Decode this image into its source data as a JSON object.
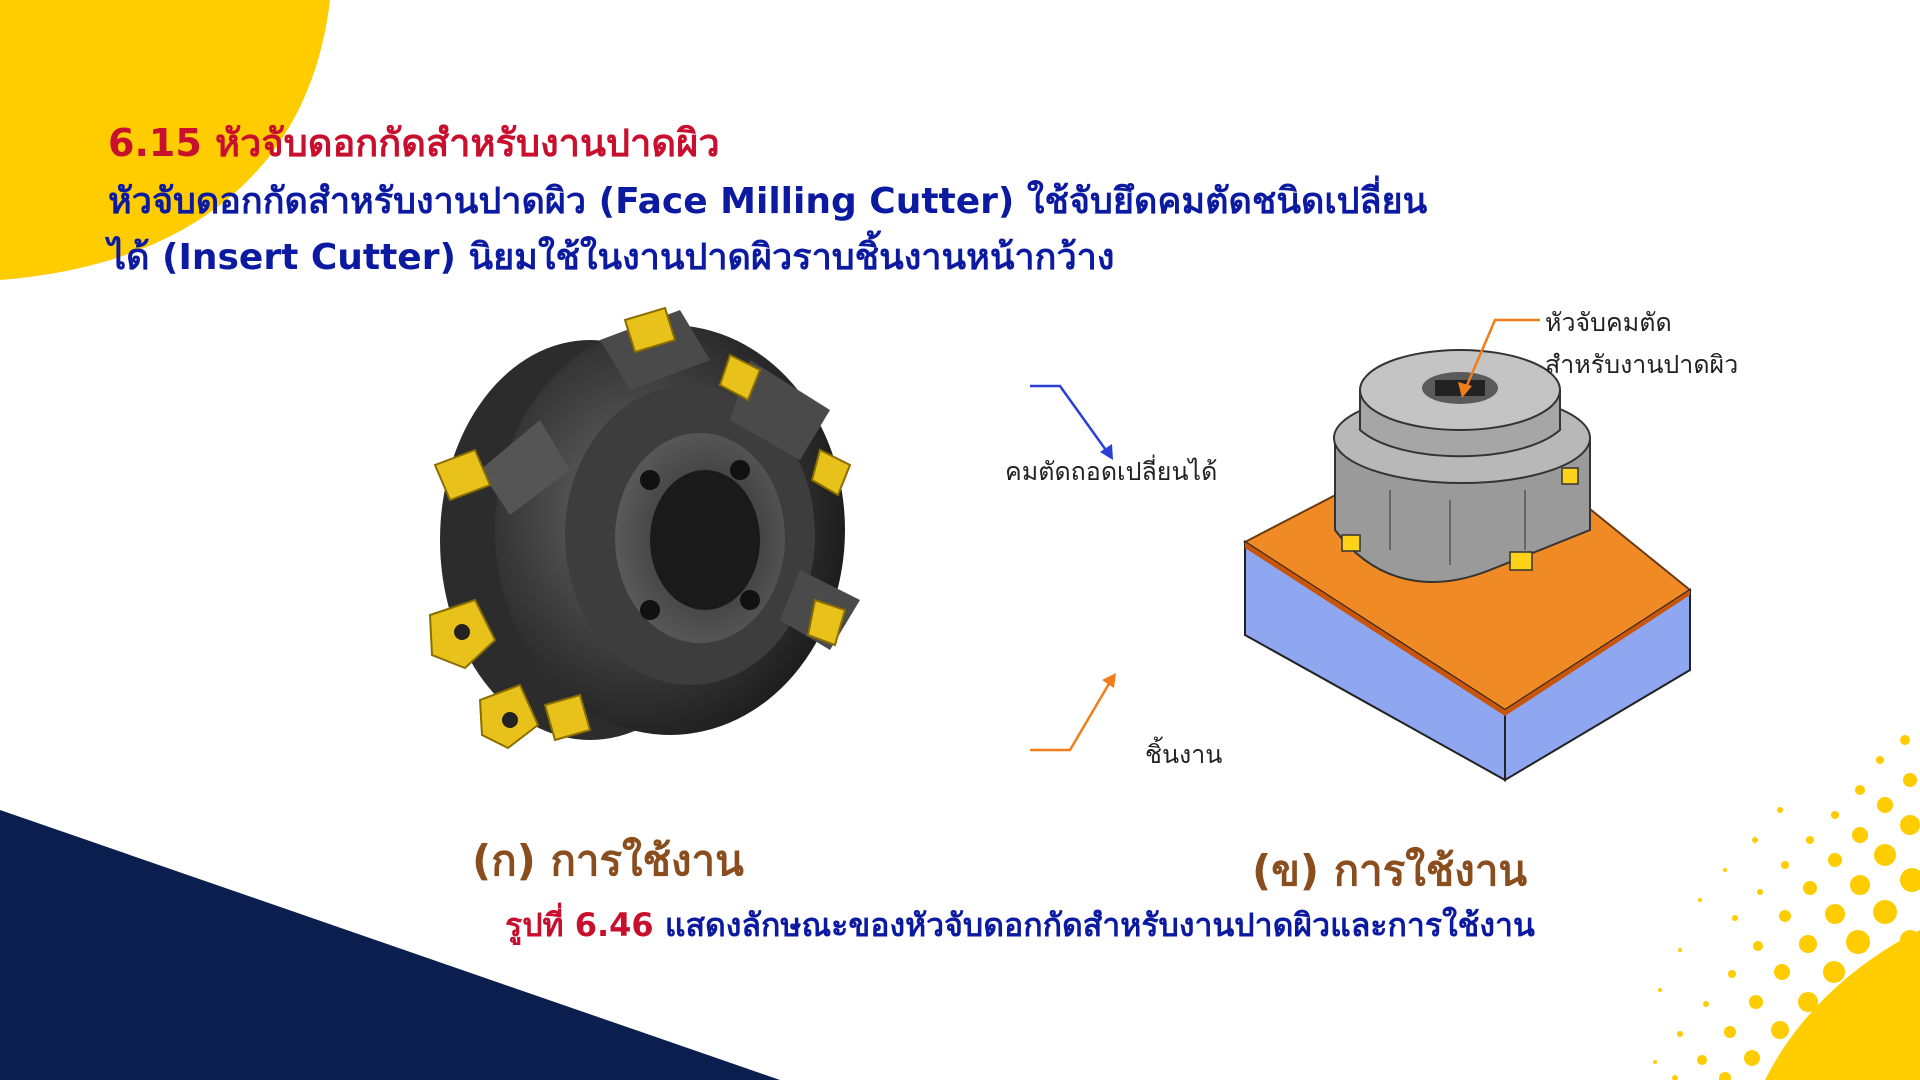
{
  "heading": {
    "title": "6.15 หัวจับดอกกัดสำหรับงานปาดผิว",
    "line1": "หัวจับดอกกัดสำหรับงานปาดผิว (Face Milling Cutter) ใช้จับยึดคมตัดชนิดเปลี่ยน",
    "line2": "ได้ (Insert Cutter) นิยมใช้ในงานปาดผิวราบชิ้นงานหน้ากว้าง"
  },
  "figure_left": {
    "caption": "(ก) การใช้งาน"
  },
  "figure_right": {
    "caption": "(ข) การใช้งาน",
    "labels": {
      "holder_line1": "หัวจับคมตัด",
      "holder_line2": "สำหรับงานปาดผิว",
      "insert": "คมตัดถอดเปลี่ยนได้",
      "workpiece": "ชิ้นงาน"
    }
  },
  "figure_caption": {
    "number": "รูปที่ 6.46",
    "text": "แสดงลักษณะของหัวจับดอกกัดสำหรับงานปาดผิวและการใช้งาน"
  },
  "colors": {
    "title_red": "#c8102e",
    "body_blue": "#0b1aa0",
    "caption_brown": "#8a4e1e",
    "accent_yellow": "#ffcc00",
    "navy": "#0b1f4e",
    "workpiece_top": "#f08a24",
    "workpiece_side": "#8fa6f0",
    "arrow_orange": "#f07e1a",
    "arrow_blue": "#2a3fd8"
  }
}
